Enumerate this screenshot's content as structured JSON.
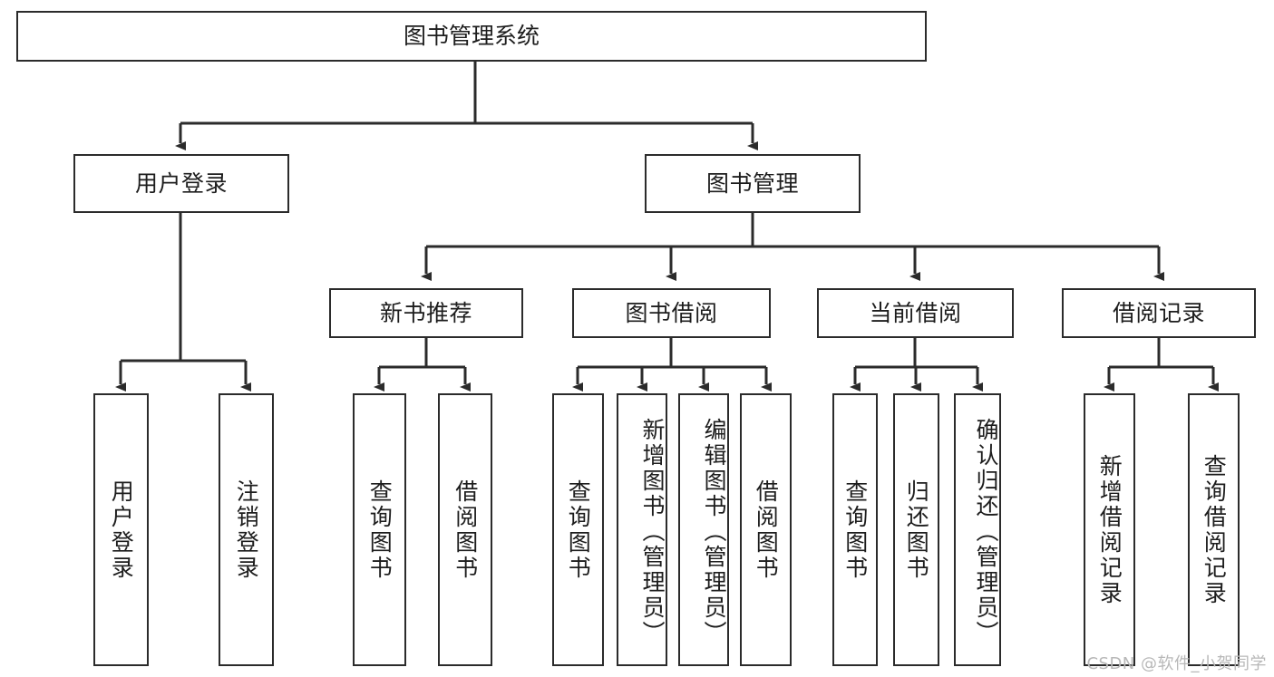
{
  "diagram": {
    "title": "图书管理系统",
    "type": "hierarchy-tree",
    "watermark": "CSDN @软件_小贺同学",
    "colors": {
      "stroke": "#2b2b2b",
      "fill": "#ffffff",
      "text": "#1d1d1d",
      "watermark": "#b8b8b8"
    },
    "levels": [
      {
        "level": 1,
        "nodes": [
          {
            "id": "root",
            "label": "图书管理系统",
            "orientation": "horizontal"
          }
        ]
      },
      {
        "level": 2,
        "nodes": [
          {
            "id": "login",
            "label": "用户登录",
            "orientation": "horizontal",
            "parent": "root"
          },
          {
            "id": "bookmgmt",
            "label": "图书管理",
            "orientation": "horizontal",
            "parent": "root"
          }
        ]
      },
      {
        "level": 3,
        "nodes": [
          {
            "id": "newbook",
            "label": "新书推荐",
            "orientation": "horizontal",
            "parent": "bookmgmt"
          },
          {
            "id": "borrow",
            "label": "图书借阅",
            "orientation": "horizontal",
            "parent": "bookmgmt"
          },
          {
            "id": "current",
            "label": "当前借阅",
            "orientation": "horizontal",
            "parent": "bookmgmt"
          },
          {
            "id": "records",
            "label": "借阅记录",
            "orientation": "horizontal",
            "parent": "bookmgmt"
          }
        ]
      },
      {
        "level": 4,
        "nodes": [
          {
            "id": "leaf-1",
            "label": "用户登录",
            "orientation": "vertical",
            "parent": "login"
          },
          {
            "id": "leaf-2",
            "label": "注销登录",
            "orientation": "vertical",
            "parent": "login"
          },
          {
            "id": "leaf-3",
            "label": "查询图书",
            "orientation": "vertical",
            "parent": "newbook"
          },
          {
            "id": "leaf-4",
            "label": "借阅图书",
            "orientation": "vertical",
            "parent": "newbook"
          },
          {
            "id": "leaf-5",
            "label": "查询图书",
            "orientation": "vertical",
            "parent": "borrow"
          },
          {
            "id": "leaf-6",
            "label": "新增图书（管理员）",
            "orientation": "vertical",
            "parent": "borrow"
          },
          {
            "id": "leaf-7",
            "label": "编辑图书（管理员）",
            "orientation": "vertical",
            "parent": "borrow"
          },
          {
            "id": "leaf-8",
            "label": "借阅图书",
            "orientation": "vertical",
            "parent": "borrow"
          },
          {
            "id": "leaf-9",
            "label": "查询图书",
            "orientation": "vertical",
            "parent": "current"
          },
          {
            "id": "leaf-10",
            "label": "归还图书",
            "orientation": "vertical",
            "parent": "current"
          },
          {
            "id": "leaf-11",
            "label": "确认归还（管理员）",
            "orientation": "vertical",
            "parent": "current"
          },
          {
            "id": "leaf-12",
            "label": "新增借阅记录",
            "orientation": "vertical",
            "parent": "records"
          },
          {
            "id": "leaf-13",
            "label": "查询借阅记录",
            "orientation": "vertical",
            "parent": "records"
          }
        ]
      }
    ]
  }
}
